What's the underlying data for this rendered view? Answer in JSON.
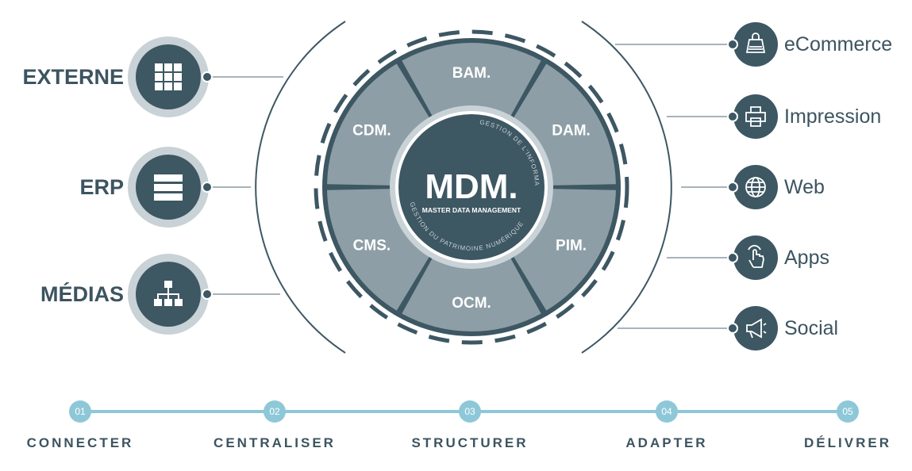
{
  "sources": [
    {
      "label": "EXTERNE",
      "icon": "grid-icon"
    },
    {
      "label": "ERP",
      "icon": "list-icon"
    },
    {
      "label": "MÉDIAS",
      "icon": "hierarchy-icon"
    }
  ],
  "core": {
    "title": "MDM.",
    "subtitle": "MASTER DATA MANAGEMENT",
    "ring_text_1": "GESTION DE L'INFORMATION PRODUIT",
    "ring_text_2": "GESTION DU PATRIMOINE NUMÉRIQUE",
    "separator": "|"
  },
  "segments": [
    "BAM.",
    "DAM.",
    "PIM.",
    "OCM.",
    "CMS.",
    "CDM."
  ],
  "outputs": [
    {
      "label": "eCommerce",
      "icon": "shopping-bag-icon"
    },
    {
      "label": "Impression",
      "icon": "printer-icon"
    },
    {
      "label": "Web",
      "icon": "globe-icon"
    },
    {
      "label": "Apps",
      "icon": "touch-hand-icon"
    },
    {
      "label": "Social",
      "icon": "megaphone-icon"
    }
  ],
  "steps": [
    {
      "num": "01",
      "label": "CONNECTER"
    },
    {
      "num": "02",
      "label": "CENTRALISER"
    },
    {
      "num": "03",
      "label": "STRUCTURER"
    },
    {
      "num": "04",
      "label": "ADAPTER"
    },
    {
      "num": "05",
      "label": "DÉLIVRER"
    }
  ],
  "colors": {
    "dark": "#3d5763",
    "segment": "#8d9ea6",
    "light": "#c9d2d6",
    "accent": "#8ec8d8",
    "text": "#3c5460"
  }
}
